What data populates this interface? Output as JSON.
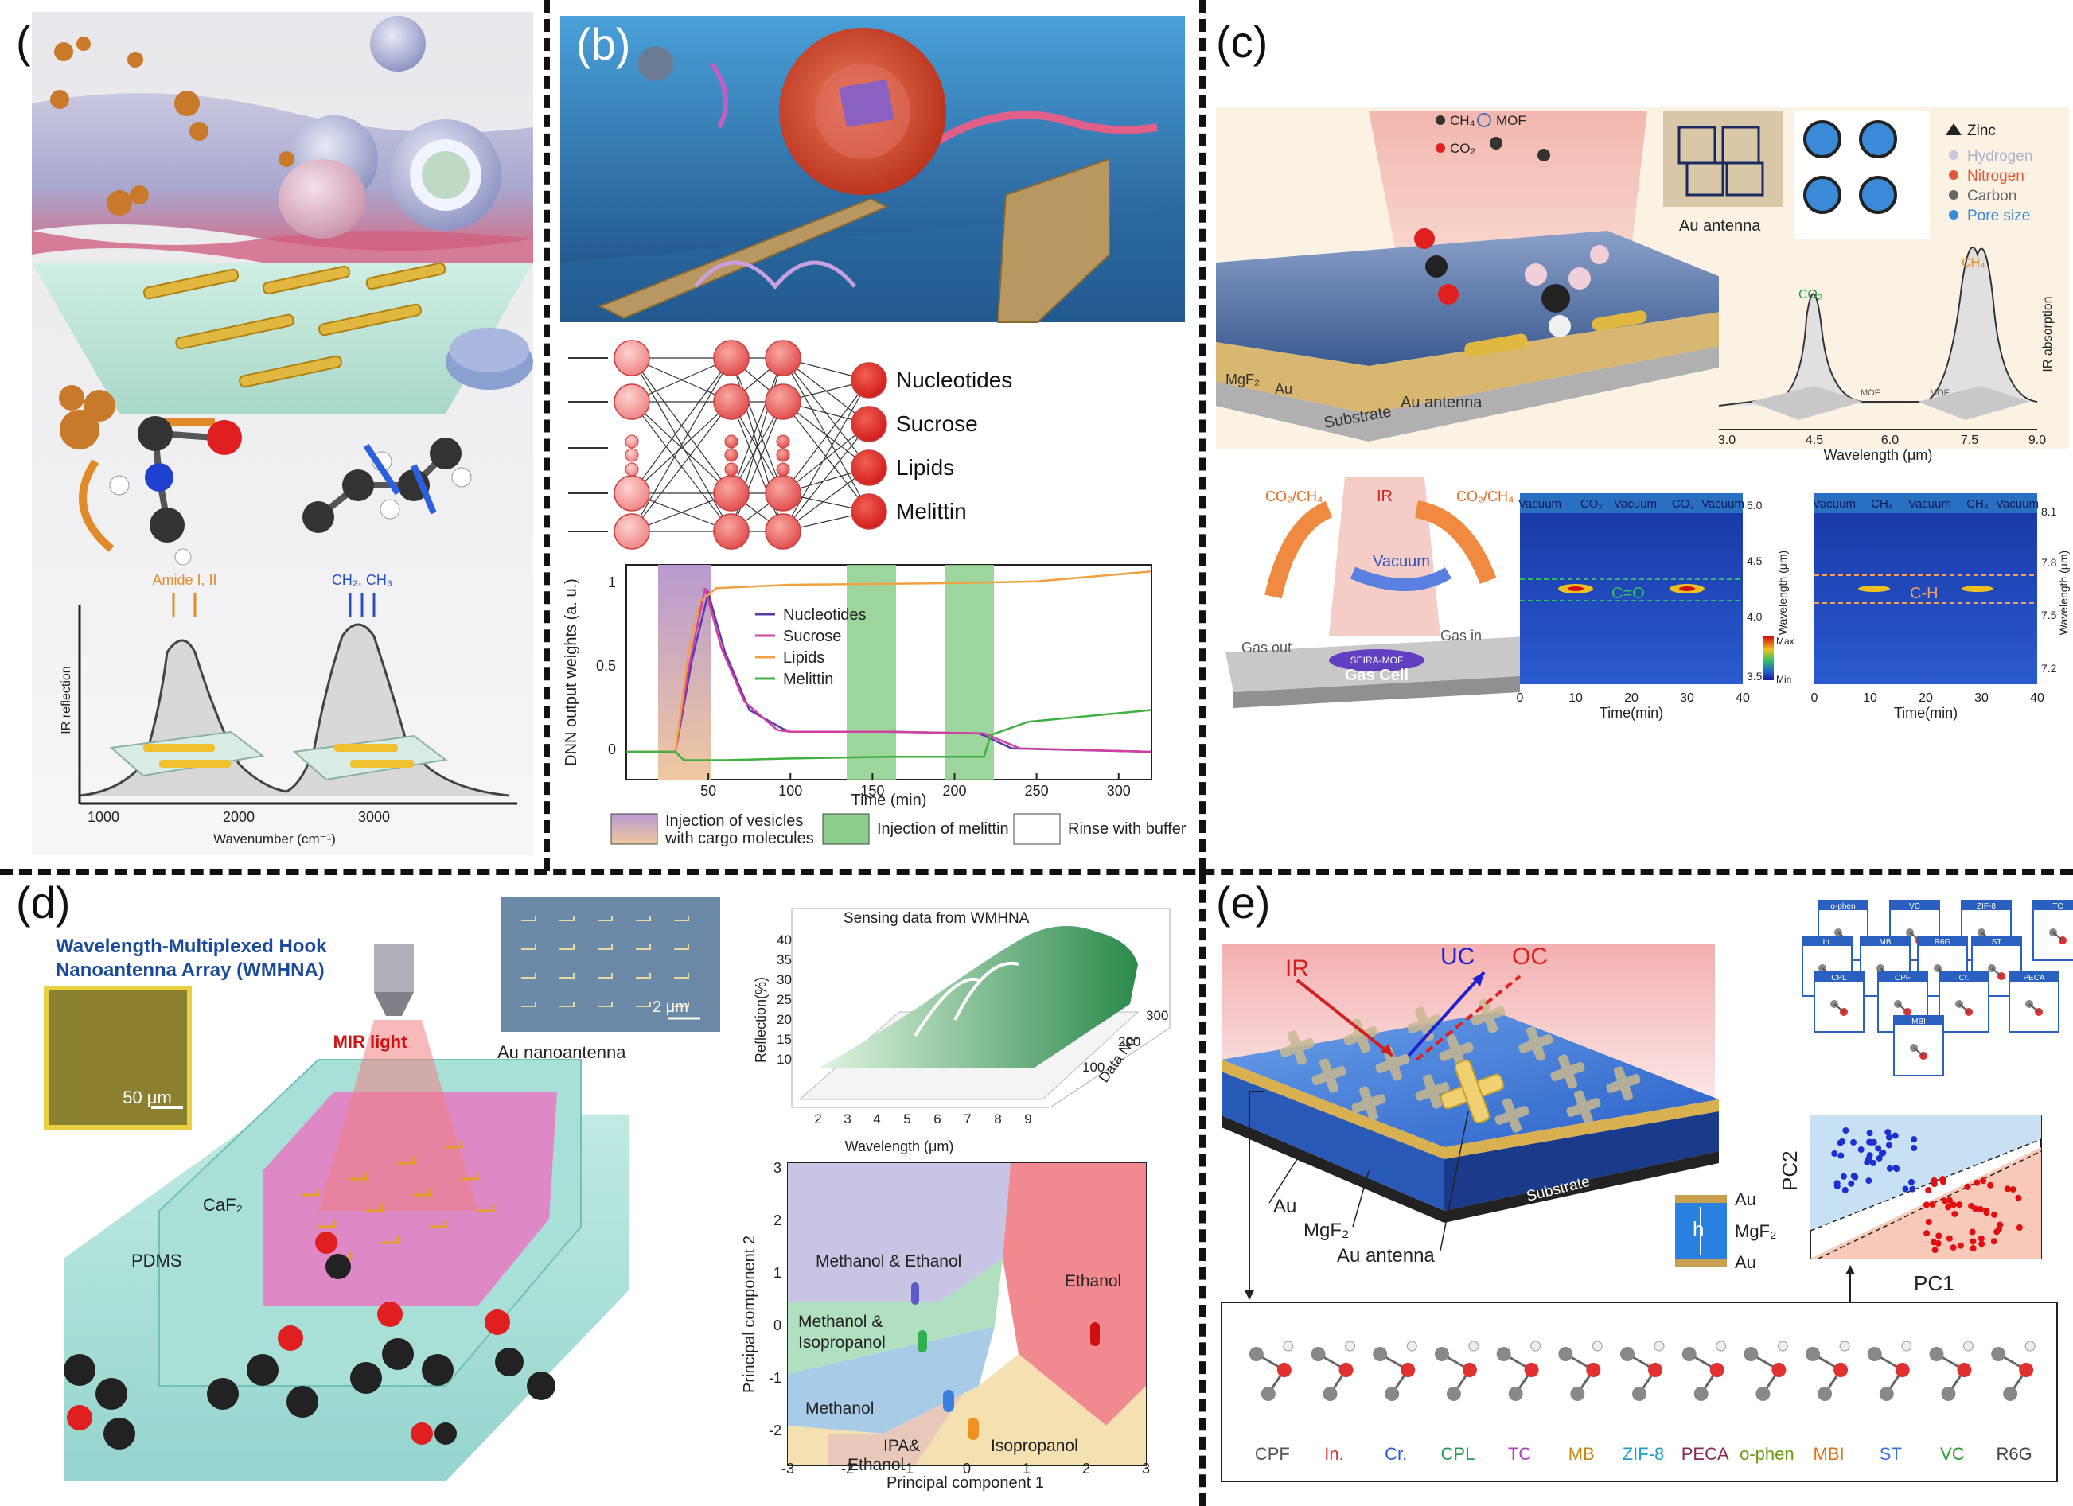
{
  "panels": {
    "a": {
      "label": "(a)",
      "bands": [
        "Amide I, II",
        "CH₂, CH₃"
      ],
      "ylabel": "IR reflection",
      "xlabel": "Wavenumber (cm⁻¹)",
      "xticks": [
        "1000",
        "2000",
        "3000"
      ]
    },
    "b": {
      "label": "(b)",
      "outputs": [
        "Nucleotides",
        "Sucrose",
        "Lipids",
        "Melittin"
      ],
      "ylabel": "DNN output weights (a. u.)",
      "xlabel": "Time (min)",
      "yticks": [
        "0",
        "0.5",
        "1"
      ],
      "xticks": [
        "50",
        "100",
        "150",
        "200",
        "250",
        "300"
      ],
      "legend": [
        "Nucleotides",
        "Sucrose",
        "Lipids",
        "Melittin"
      ],
      "bottom_legend": [
        "Injection of vesicles",
        "with cargo molecules",
        "Injection of melittin",
        "Rinse with buffer"
      ]
    },
    "c": {
      "label": "(c)",
      "legend": [
        "CH₄",
        "MOF",
        "CO₂"
      ],
      "atoms": [
        "Zinc",
        "Hydrogen",
        "Nitrogen",
        "Carbon",
        "Pore size"
      ],
      "atom_colors": [
        "#222222",
        "#c8c8d8",
        "#e05a3a",
        "#666666",
        "#3a8ad8"
      ],
      "au_antenna": "Au antenna",
      "layers": [
        "MgF₂",
        "Au",
        "Substrate"
      ],
      "spec_xlabel": "Wavelength (μm)",
      "spec_xticks": [
        "3.0",
        "4.5",
        "6.0",
        "7.5",
        "9.0"
      ],
      "spec_ylabel": "IR absorption",
      "spec_labels": [
        "CO₂",
        "CH₄",
        "MOF",
        "MOF"
      ],
      "cell": [
        "CO₂/CH₄",
        "IR",
        "CO₂/CH₄",
        "Vacuum",
        "SEIRA-MOF",
        "Gas out",
        "Gas in",
        "Gas Cell"
      ],
      "map1_top": [
        "Vacuum",
        "CO₂",
        "Vacuum",
        "CO₂",
        "Vacuum"
      ],
      "map1_label": "C=O",
      "map1_yticks": [
        "5.0",
        "4.5",
        "4.0",
        "3.5"
      ],
      "map2_top": [
        "Vacuum",
        "CH₄",
        "Vacuum",
        "CH₄",
        "Vacuum"
      ],
      "map2_label": "C-H",
      "map2_yticks": [
        "8.1",
        "7.8",
        "7.5",
        "7.2"
      ],
      "map_xticks": [
        "0",
        "10",
        "20",
        "30",
        "40"
      ],
      "map_xlabel": "Time(min)",
      "map_ylabel": "Wavelength (μm)",
      "cbar": [
        "Max",
        "Min"
      ]
    },
    "d": {
      "label": "(d)",
      "title": [
        "Wavelength-Multiplexed Hook",
        "Nanoantenna Array (WMHNA)"
      ],
      "scale1": "50 μm",
      "scale2": "2 μm",
      "sem_caption": "Au nanoantenna",
      "mir": "MIR light",
      "caf2": "CaF₂",
      "pdms": "PDMS",
      "surf_title": "Sensing data from WMHNA",
      "surf_ylabel": "Reflection(%)",
      "surf_yticks": [
        "40",
        "35",
        "30",
        "25",
        "20",
        "15",
        "10"
      ],
      "surf_xlabel": "Wavelength (μm)",
      "surf_xticks": [
        "2",
        "3",
        "4",
        "5",
        "6",
        "7",
        "8",
        "9"
      ],
      "surf_zlabel": "Data No.",
      "surf_zticks": [
        "300",
        "200",
        "100"
      ],
      "pca_regions": [
        "Methanol & Ethanol",
        "Ethanol",
        "Methanol &",
        "Isopropanol",
        "Methanol",
        "IPA&",
        "Ethanol",
        "Isopropanol"
      ],
      "pca_xlabel": "Principal component 1",
      "pca_ylabel": "Principal component 2",
      "pca_xticks": [
        "-3",
        "-2",
        "-1",
        "0",
        "1",
        "2",
        "3"
      ],
      "pca_yticks": [
        "3",
        "2",
        "1",
        "0",
        "-1",
        "-2"
      ]
    },
    "e": {
      "label": "(e)",
      "beams": [
        "IR",
        "UC",
        "OC"
      ],
      "layers": [
        "Au",
        "MgF₂",
        "Au antenna",
        "Substrate"
      ],
      "stack": [
        "Au",
        "h",
        "MgF₂",
        "Au"
      ],
      "cards": [
        "o-phen",
        "VC",
        "ZIF-8",
        "TC",
        "In.",
        "MB",
        "R6G",
        "ST",
        "CPL",
        "CPF",
        "Cr.",
        "PECA",
        "MBI"
      ],
      "pc1": "PC1",
      "pc2": "PC2",
      "molecules": [
        "CPF",
        "In.",
        "Cr.",
        "CPL",
        "TC",
        "MB",
        "ZIF-8",
        "PECA",
        "o-phen",
        "MBI",
        "ST",
        "VC",
        "R6G"
      ],
      "molecule_colors": [
        "#555555",
        "#d0302a",
        "#2a5ad8",
        "#1fa050",
        "#b040c0",
        "#c08a10",
        "#1aa0c8",
        "#8a2a4a",
        "#6a9a10",
        "#e07010",
        "#3a70e0",
        "#2a9a2a",
        "#444444"
      ]
    }
  }
}
